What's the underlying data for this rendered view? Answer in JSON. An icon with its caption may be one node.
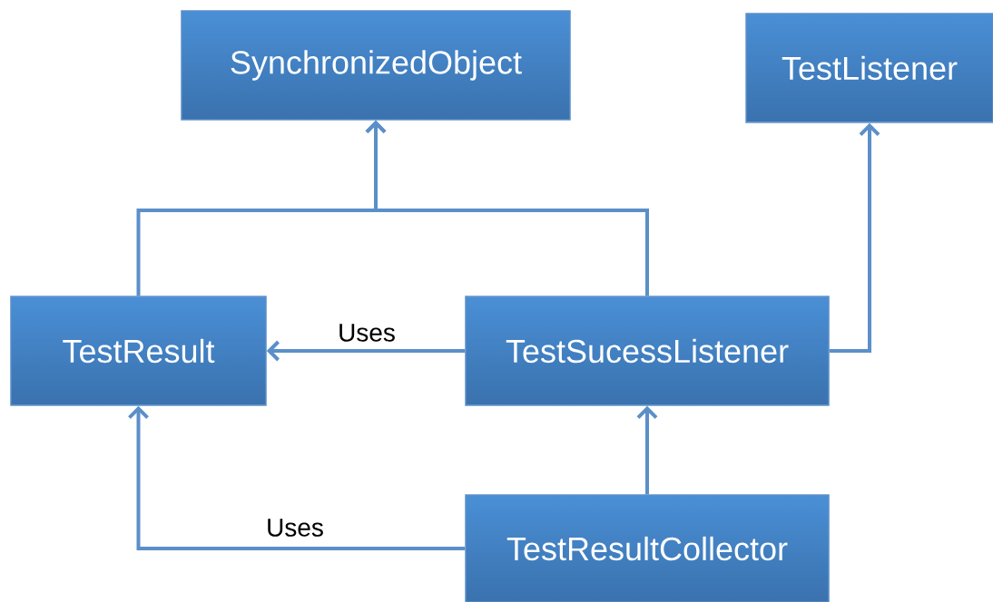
{
  "diagram": {
    "nodes": [
      {
        "text": [
          "SynchronizedObject"
        ]
      },
      {
        "text": [
          "TestListener"
        ]
      },
      {
        "text": [
          "TestResult"
        ]
      },
      {
        "text": [
          "TestSucessListener"
        ]
      },
      {
        "text": [
          "TestResultCollector"
        ]
      }
    ],
    "edges": [
      {
        "from": 2,
        "to": 0,
        "arrow": "to"
      },
      {
        "from": 3,
        "to": 0,
        "arrow": "to"
      },
      {
        "from": 3,
        "to": 2,
        "arrow": "to",
        "label": "Uses"
      },
      {
        "from": 3,
        "to": 1,
        "arrow": "to"
      },
      {
        "from": 4,
        "to": 3,
        "arrow": "to"
      },
      {
        "from": 4,
        "to": 2,
        "arrow": "to",
        "label": "Uses"
      }
    ]
  }
}
